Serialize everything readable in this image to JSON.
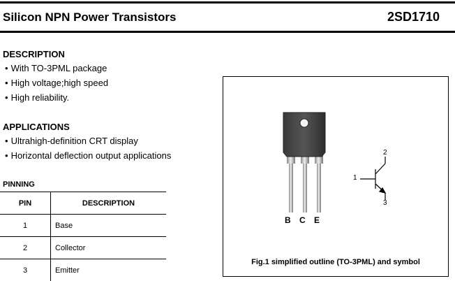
{
  "header": {
    "title": "Silicon NPN Power Transistors",
    "part_number": "2SD1710"
  },
  "description": {
    "heading": "DESCRIPTION",
    "items": [
      "With TO-3PML package",
      "High voltage;high speed",
      "High reliability."
    ]
  },
  "applications": {
    "heading": "APPLICATIONS",
    "items": [
      "Ultrahigh-definition CRT display",
      "Horizontal deflection output applications"
    ]
  },
  "pinning": {
    "heading": "PINNING",
    "columns": [
      "PIN",
      "DESCRIPTION"
    ],
    "rows": [
      {
        "pin": "1",
        "description": "Base"
      },
      {
        "pin": "2",
        "description": "Collector"
      },
      {
        "pin": "3",
        "description": "Emitter"
      }
    ]
  },
  "figure": {
    "lead_labels": [
      "B",
      "C",
      "E"
    ],
    "symbol_pins": {
      "base": "1",
      "collector": "2",
      "emitter": "3"
    },
    "caption": "Fig.1 simplified outline (TO-3PML) and symbol"
  }
}
